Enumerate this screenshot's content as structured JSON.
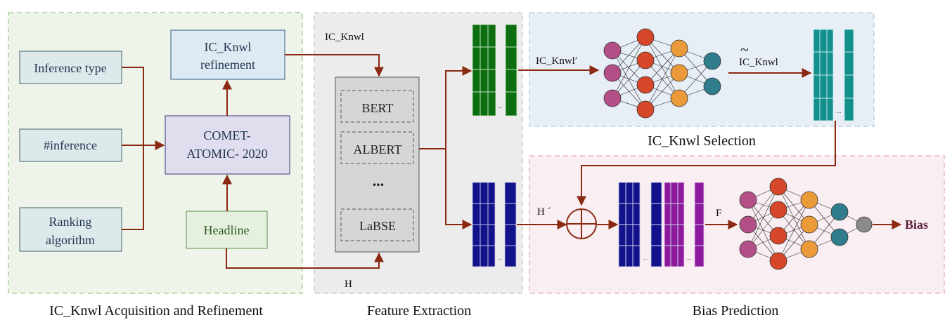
{
  "sections": {
    "acquisition": "IC_Knwl Acquisition and Refinement",
    "feature": "Feature Extraction",
    "selection": "IC_Knwl Selection",
    "prediction": "Bias Prediction"
  },
  "inputs": {
    "inference_type": "Inference type",
    "num_inference": "#inference",
    "ranking_1": "Ranking",
    "ranking_2": "algorithm",
    "headline": "Headline"
  },
  "comet": {
    "line1": "COMET-",
    "line2": "ATOMIC- 2020"
  },
  "refine": {
    "line1": "IC_Knwl",
    "line2": "refinement"
  },
  "encoders": {
    "items": [
      "BERT",
      "ALBERT",
      "...",
      "LaBSE"
    ]
  },
  "arrows": {
    "ic_knwl": "IC_Knwl",
    "ic_knwl_prime": "IC_Knwl′",
    "ic_knwl_tilde": "IC_Knwl",
    "tilde_mark": "~",
    "h": "H",
    "h_prime": "H ´",
    "f": "F"
  },
  "vector_ellipsis": "...",
  "output": {
    "bias": "Bias"
  },
  "colors": {
    "arrow": "#8b2a12",
    "green_vec": "#0d6e10",
    "blue_vec": "#12128a",
    "purple_vec": "#8b1a9c",
    "teal_vec": "#13908c",
    "node_pink": "#b34f86",
    "node_red": "#d6472a",
    "node_orange": "#eb9a3a",
    "node_teal": "#2f7c8c",
    "node_gray": "#8a8a8a"
  }
}
